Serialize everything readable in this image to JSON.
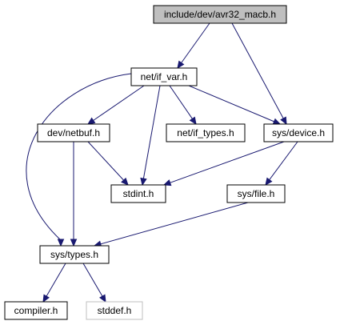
{
  "colors": {
    "edge": "#191970",
    "node_border": "#000000",
    "node_fill": "#ffffff",
    "root_fill": "#bfbfbf",
    "missing_border": "#bfbfbf",
    "missing_text": "#6b6b6b"
  },
  "nodes": {
    "root": {
      "label": "include/dev/avr32_macb.h"
    },
    "if_var": {
      "label": "net/if_var.h"
    },
    "netbuf": {
      "label": "dev/netbuf.h"
    },
    "if_types": {
      "label": "net/if_types.h"
    },
    "device": {
      "label": "sys/device.h"
    },
    "stdint": {
      "label": "stdint.h"
    },
    "file": {
      "label": "sys/file.h"
    },
    "types": {
      "label": "sys/types.h"
    },
    "compiler": {
      "label": "compiler.h"
    },
    "stddef": {
      "label": "stddef.h"
    }
  },
  "edges": [
    {
      "from": "root",
      "to": "if_var"
    },
    {
      "from": "root",
      "to": "device"
    },
    {
      "from": "if_var",
      "to": "netbuf"
    },
    {
      "from": "if_var",
      "to": "if_types"
    },
    {
      "from": "if_var",
      "to": "device"
    },
    {
      "from": "if_var",
      "to": "stdint"
    },
    {
      "from": "if_var",
      "to": "types"
    },
    {
      "from": "netbuf",
      "to": "stdint"
    },
    {
      "from": "netbuf",
      "to": "types"
    },
    {
      "from": "device",
      "to": "stdint"
    },
    {
      "from": "device",
      "to": "file"
    },
    {
      "from": "file",
      "to": "types"
    },
    {
      "from": "types",
      "to": "compiler"
    },
    {
      "from": "types",
      "to": "stddef"
    }
  ]
}
